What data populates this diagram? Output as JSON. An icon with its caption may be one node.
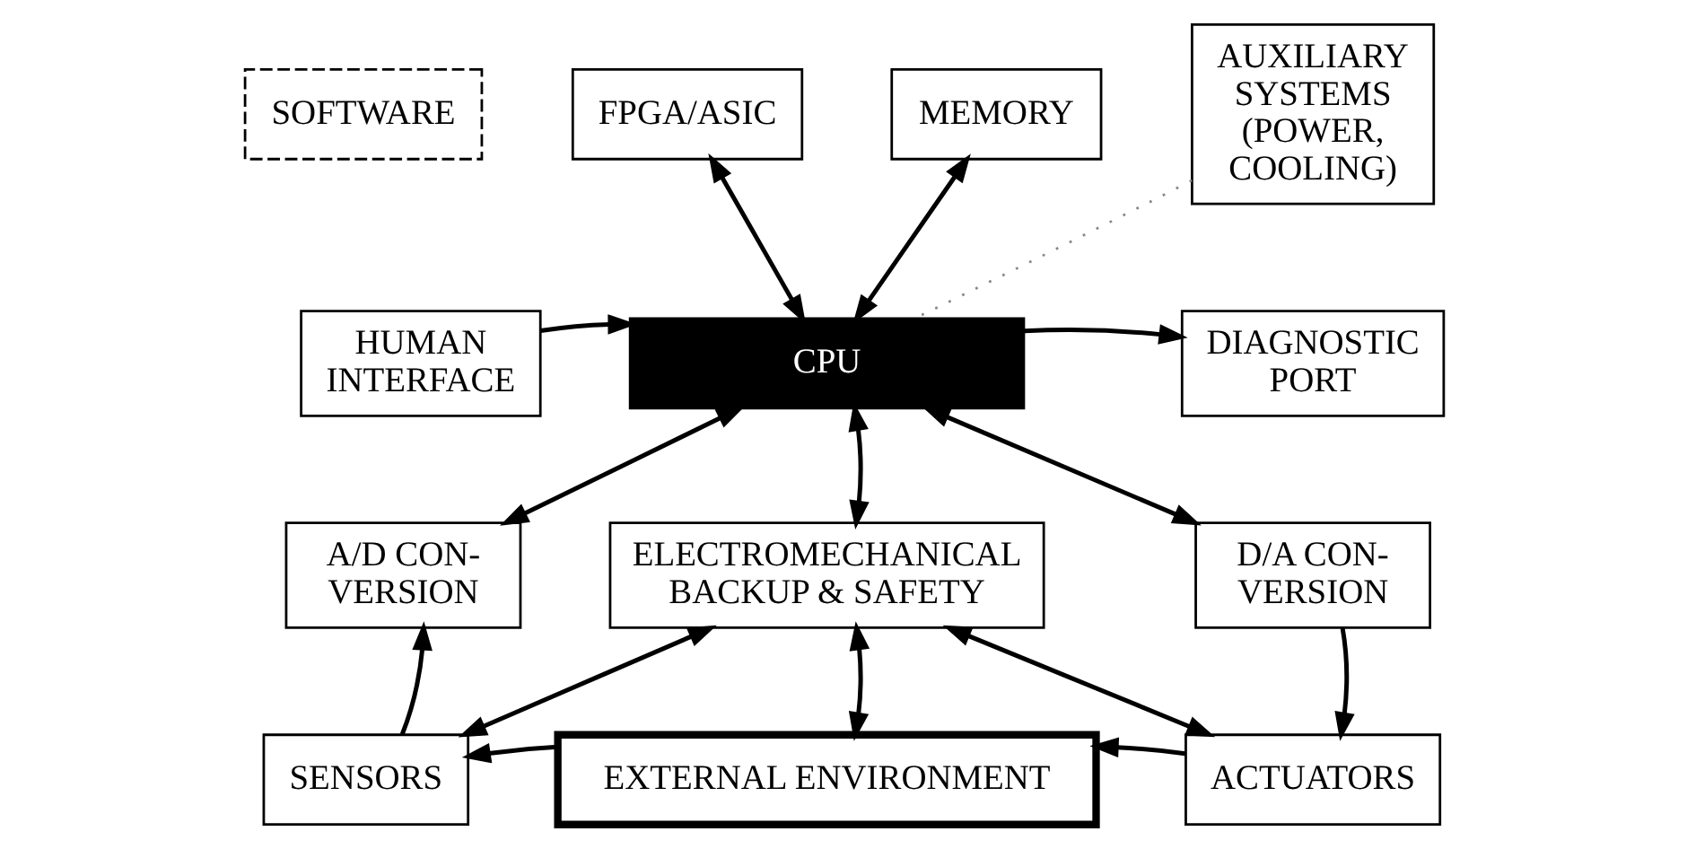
{
  "diagram": {
    "nodes": [
      {
        "text": [
          "SOFTWARE"
        ]
      },
      {
        "text": [
          "FPGA/ASIC"
        ]
      },
      {
        "text": [
          "MEMORY"
        ]
      },
      {
        "text": [
          "AUXILIARY SYSTEMS (POWER, COOLING)"
        ]
      },
      {
        "text": [
          "HUMAN INTERFACE"
        ]
      },
      {
        "text": [
          "CPU"
        ]
      },
      {
        "text": [
          "DIAGNOSTIC PORT"
        ]
      },
      {
        "text": [
          "A/D CON- VERSION"
        ]
      },
      {
        "text": [
          "ELECTROMECHANICAL BACKUP & SAFETY"
        ]
      },
      {
        "text": [
          "D/A CON- VERSION"
        ]
      },
      {
        "text": [
          "SENSORS"
        ]
      },
      {
        "text": [
          "EXTERNAL ENVIRONMENT"
        ]
      },
      {
        "text": [
          "ACTUATORS"
        ]
      }
    ],
    "edges": [
      {
        "from": 1,
        "to": 5,
        "arrow": "both"
      },
      {
        "from": 2,
        "to": 5,
        "arrow": "both"
      },
      {
        "from": 3,
        "to": 5,
        "arrow": "none",
        "style": "dashed",
        "color": "#888888"
      },
      {
        "from": 4,
        "to": 5,
        "arrow": "to"
      },
      {
        "from": 5,
        "to": 6,
        "arrow": "to"
      },
      {
        "from": 5,
        "to": 7,
        "arrow": "both"
      },
      {
        "from": 5,
        "to": 8,
        "arrow": "both"
      },
      {
        "from": 5,
        "to": 9,
        "arrow": "both"
      },
      {
        "from": 10,
        "to": 7,
        "arrow": "to"
      },
      {
        "from": 8,
        "to": 10,
        "arrow": "both"
      },
      {
        "from": 8,
        "to": 11,
        "arrow": "both"
      },
      {
        "from": 8,
        "to": 12,
        "arrow": "both"
      },
      {
        "from": 9,
        "to": 12,
        "arrow": "to"
      },
      {
        "from": 11,
        "to": 10,
        "arrow": "to"
      },
      {
        "from": 12,
        "to": 11,
        "arrow": "to"
      }
    ]
  }
}
